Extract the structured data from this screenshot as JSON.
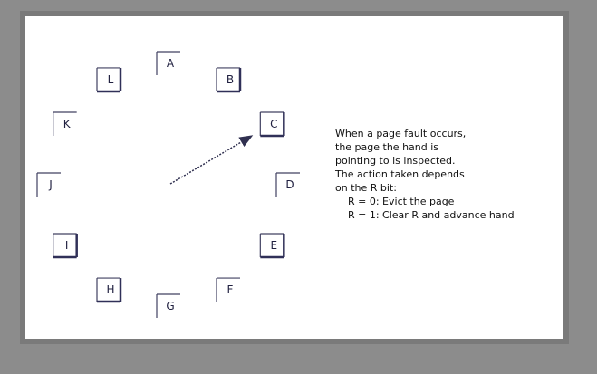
{
  "clock": {
    "pages": [
      {
        "label": "A",
        "referenced": false
      },
      {
        "label": "B",
        "referenced": true
      },
      {
        "label": "C",
        "referenced": true
      },
      {
        "label": "D",
        "referenced": false
      },
      {
        "label": "E",
        "referenced": true
      },
      {
        "label": "F",
        "referenced": false
      },
      {
        "label": "G",
        "referenced": false
      },
      {
        "label": "H",
        "referenced": true
      },
      {
        "label": "I",
        "referenced": true
      },
      {
        "label": "J",
        "referenced": false
      },
      {
        "label": "K",
        "referenced": false
      },
      {
        "label": "L",
        "referenced": true
      }
    ],
    "hand_points_to": "C"
  },
  "explanation": {
    "lines": [
      "When a page fault occurs,",
      "the page the hand is",
      "pointing to is inspected.",
      "The action taken depends",
      "on the R bit:",
      "R = 0: Evict the page",
      "R = 1: Clear R and advance hand"
    ]
  }
}
